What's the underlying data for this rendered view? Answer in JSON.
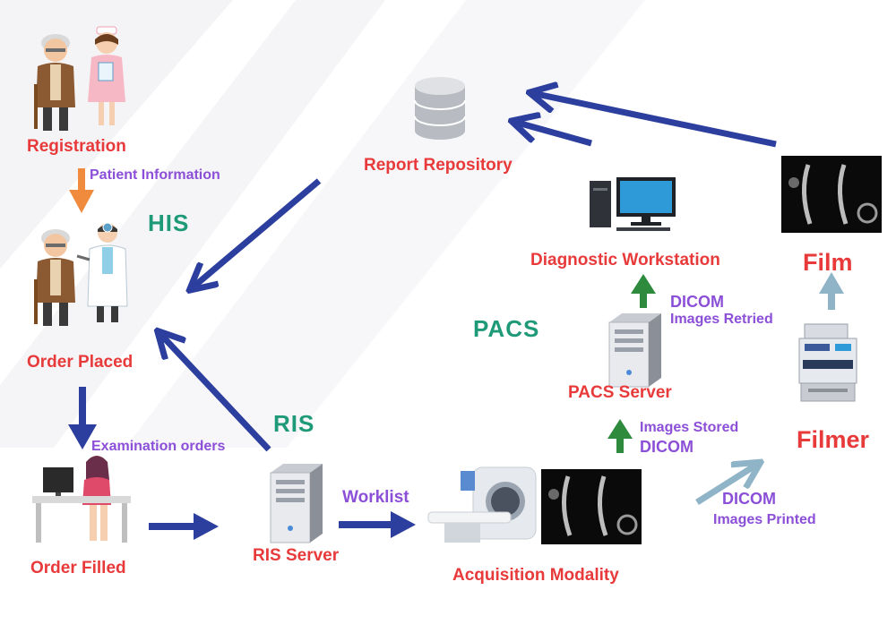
{
  "systems": {
    "his": "HIS",
    "ris": "RIS",
    "pacs": "PACS"
  },
  "nodes": {
    "registration": "Registration",
    "order_placed": "Order Placed",
    "order_filled": "Order Filled",
    "ris_server": "RIS Server",
    "acquisition_modality": "Acquisition Modality",
    "pacs_server": "PACS Server",
    "diagnostic_workstation": "Diagnostic Workstation",
    "report_repository": "Report Repository",
    "film": "Film",
    "filmer": "Filmer"
  },
  "edges": {
    "patient_information": "Patient Information",
    "examination_orders": "Examination orders",
    "worklist": "Worklist",
    "images_stored": "Images Stored",
    "dicom_stored": "DICOM",
    "dicom_retried": "DICOM",
    "images_retried": "Images Retried",
    "dicom_printed": "DICOM",
    "images_printed": "Images Printed"
  },
  "colors": {
    "node_label": "#e83a3a",
    "edge_label": "#8b4fd8",
    "system_label": "#1f9a78",
    "flow_arrow": "#2c3f9e",
    "dicom_arrow": "#2e8b3e",
    "print_arrow": "#8fb4c8",
    "registration_arrow": "#f08a3c"
  },
  "icons": [
    "patient-icon",
    "nurse-icon",
    "doctor-icon",
    "clerk-at-desk-icon",
    "server-icon",
    "mri-scanner-icon",
    "database-icon",
    "computer-workstation-icon",
    "printer-icon",
    "spine-scan-image-icon"
  ]
}
